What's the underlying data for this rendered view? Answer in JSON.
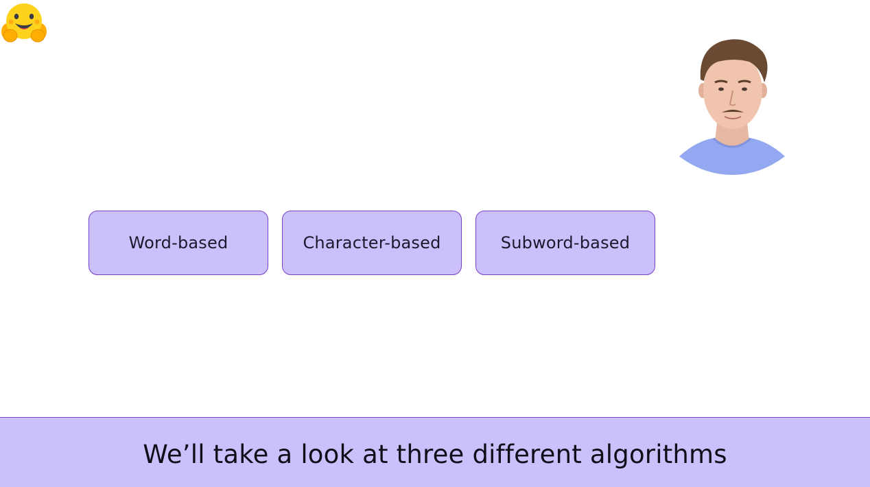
{
  "logo": {
    "icon": "hugging-face-emoji-icon"
  },
  "presenter": {
    "icon": "presenter-webcam-image"
  },
  "tokenizers": [
    {
      "label": "Word-based"
    },
    {
      "label": "Character-based"
    },
    {
      "label": "Subword-based"
    }
  ],
  "caption": {
    "text": "We’ll take a look at three different algorithms"
  },
  "colors": {
    "box_fill": "#cbc0fb",
    "box_border": "#7a3fc7",
    "caption_fill": "#cbc0fb"
  }
}
